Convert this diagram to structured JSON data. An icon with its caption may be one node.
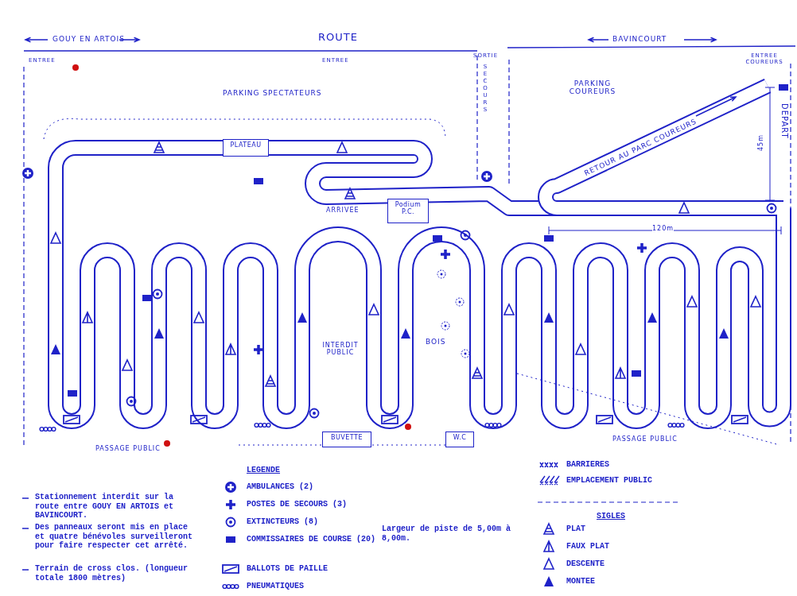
{
  "diagram": {
    "nodes": [
      {
        "text": [
          "PLATEAU"
        ]
      },
      {
        "text": [
          "Podium P.C."
        ]
      },
      {
        "text": [
          "BUVETTE"
        ]
      },
      {
        "text": [
          "W.C"
        ]
      }
    ],
    "labels": [
      "GOUY EN ARTOIS",
      "ROUTE",
      "BAVINCOURT",
      "ENTREE",
      "ENTREE",
      "SORTIE",
      "SECOURS",
      "ENTREE COUREURS",
      "PARKING SPECTATEURS",
      "PARKING COUREURS",
      "45m",
      "DEPART",
      "RETOUR AU PARC COUREURS",
      "120m",
      "ARRIVEE",
      "INTERDIT PUBLIC",
      "BOIS",
      "PASSAGE PUBLIC",
      "PASSAGE PUBLIC",
      "LEGENDE",
      "Stationnement interdit sur la route entre GOUY EN ARTOIS et BAVINCOURT.",
      "Des panneaux seront mis en place et quatre bénévoles surveilleront pour faire respecter cet arrêté.",
      "Terrain de cross clos. (longueur totale 1800 mètres)",
      "Largeur de piste de 5,00m à 8,00m.",
      "SIGLES"
    ],
    "legend": [
      {
        "text": "AMBULANCES (2)"
      },
      {
        "text": "POSTES DE SECOURS (3)"
      },
      {
        "text": "EXTINCTEURS (8)"
      },
      {
        "text": "COMMISSAIRES DE COURSE (20)"
      },
      {
        "text": "BALLOTS DE PAILLE"
      },
      {
        "text": "PNEUMATIQUES"
      },
      {
        "text": "BARRIERES"
      },
      {
        "text": "EMPLACEMENT PUBLIC"
      },
      {
        "text": "PLAT"
      },
      {
        "text": "FAUX PLAT"
      },
      {
        "text": "DESCENTE"
      },
      {
        "text": "MONTEE"
      }
    ]
  }
}
